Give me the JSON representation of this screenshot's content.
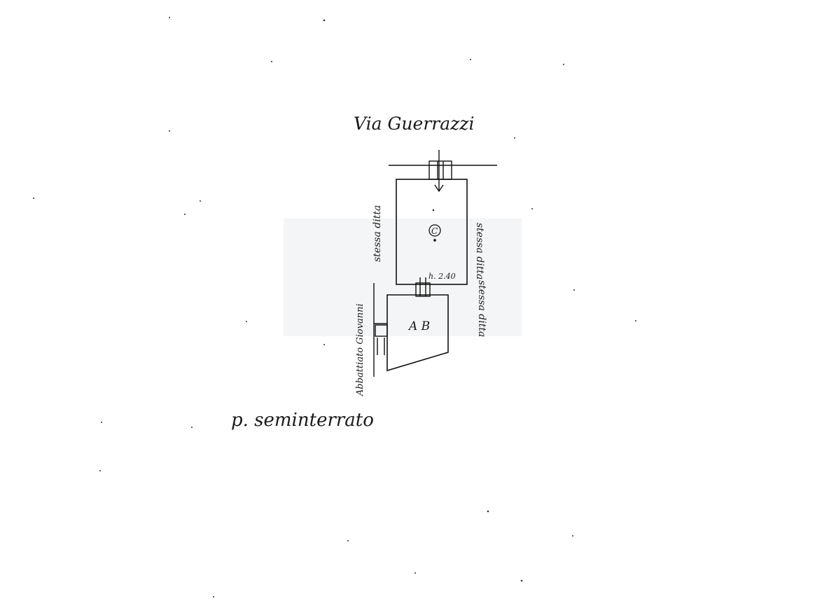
{
  "plan": {
    "street_label": "Via Guerrazzi",
    "left_neighbor_upper": "stessa ditta",
    "right_neighbor_upper": "stessa ditta",
    "right_neighbor_lower": "stessa ditta",
    "left_neighbor_lower": "Abbattiato Giovanni",
    "room_main_symbol": "C",
    "room_lower_label": "A B",
    "height_note": "h. 2.40",
    "floor_label": "p. seminterrato"
  }
}
